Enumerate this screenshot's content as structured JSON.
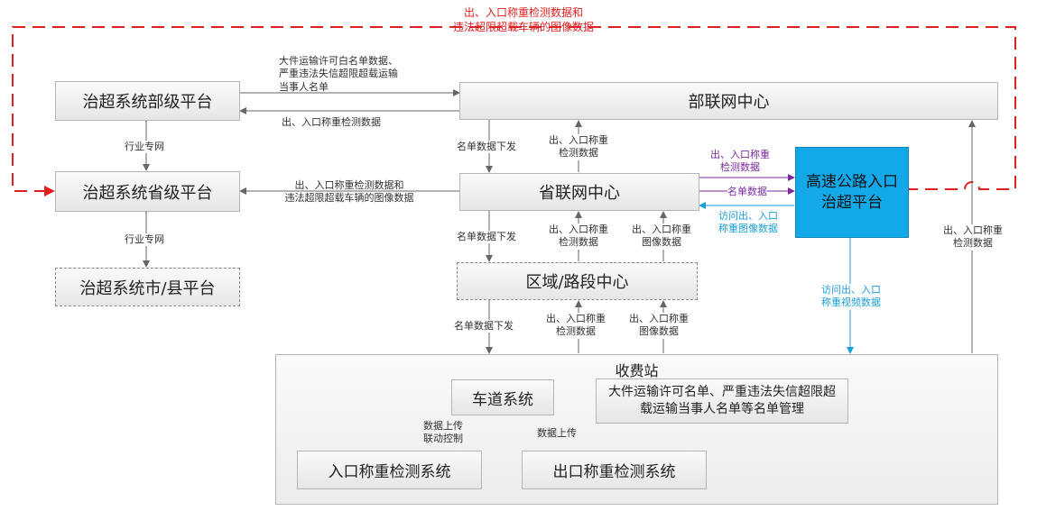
{
  "nodes": {
    "ministry": "治超系统部级平台",
    "province": "治超系统省级平台",
    "city": "治超系统市/县平台",
    "ministry_center": "部联网中心",
    "province_center": "省联网中心",
    "region_center": "区域/路段中心",
    "highway": "高速公路入口治超平台",
    "station": "收费站",
    "lane": "车道系统",
    "list_mgmt": "大件运输许可名单、严重违法失信超限超载运输当事人名单等名单管理",
    "entry_sys": "入口称重检测系统",
    "exit_sys": "出口称重检测系统"
  },
  "labels": {
    "top_red_1": "出、入口称重检测数据和",
    "top_red_2": "违法超限超载车辆的图像数据",
    "m2c_1": "大件运输许可白名单数据、",
    "m2c_2": "严重违法失信超限超载运输",
    "m2c_3": "当事人名单",
    "c2m": "出、入口称重检测数据",
    "industry_net_1": "行业专网",
    "industry_net_2": "行业专网",
    "pc2p_1": "出、入口称重检测数据和",
    "pc2p_2": "违法超限超载车辆的图像数据",
    "list_down_1": "名单数据下发",
    "list_down_2": "名单数据下发",
    "list_down_3": "名单数据下发",
    "pc_up_1": "出、入口称重",
    "pc_up_2": "检测数据",
    "rc_up_a1": "出、入口称重",
    "rc_up_a2": "检测数据",
    "rc_up_b1": "出、入口称重",
    "rc_up_b2": "图像数据",
    "st_up_a1": "出、入口称重",
    "st_up_a2": "检测数据",
    "st_up_b1": "出、入口称重",
    "st_up_b2": "图像数据",
    "purple_1": "出、入口称重",
    "purple_2": "检测数据",
    "purple_list": "名单数据",
    "blue_1": "访问出、入口",
    "blue_2": "称重图像数据",
    "video_1": "访问出、入口",
    "video_2": "称重视频数据",
    "right_1": "出、入口称重",
    "right_2": "检测数据",
    "upload_1": "数据上传",
    "upload_2": "联动控制",
    "upload_3": "数据上传"
  },
  "colors": {
    "red": "#e02020",
    "purple": "#7a2a9e",
    "blue": "#13a9e8",
    "gray": "#666666"
  }
}
